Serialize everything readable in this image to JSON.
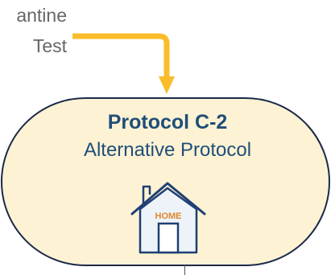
{
  "source": {
    "line1": "antine",
    "line2": "Test"
  },
  "protocol": {
    "title": "Protocol C-2",
    "subtitle": "Alternative Protocol",
    "icon": "home-icon",
    "icon_label": "HOME"
  },
  "colors": {
    "arrow": "#f9bc2a",
    "box_fill": "#fdf2d3",
    "box_border": "#1b2a4a",
    "title_text": "#1f4e79",
    "home_stroke": "#1f3f74",
    "home_fill": "#eef3fa",
    "home_label": "#e2862a"
  }
}
